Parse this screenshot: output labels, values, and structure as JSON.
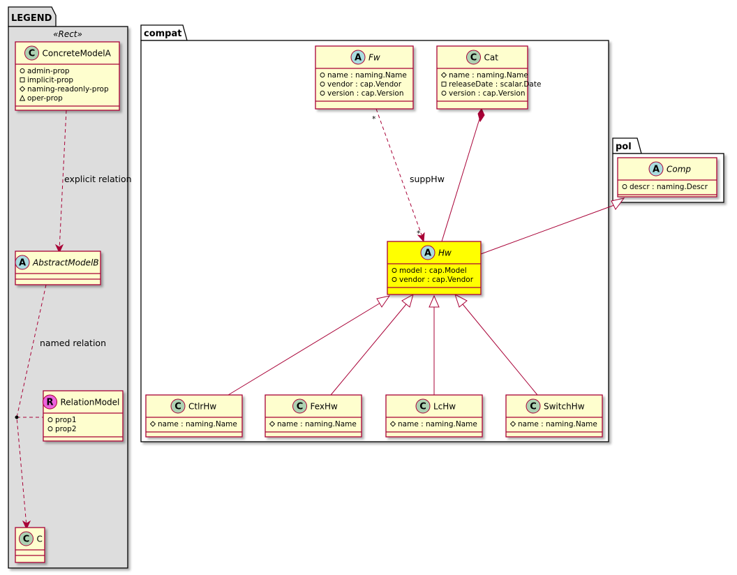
{
  "packages": {
    "legend": {
      "title": "LEGEND",
      "stereotype": "«Rect»"
    },
    "compat": {
      "title": "compat"
    },
    "pol": {
      "title": "pol"
    }
  },
  "classes": {
    "concrete_model_a": {
      "kind": "C",
      "name": "ConcreteModelA",
      "attrs": [
        {
          "vis": "+",
          "text": "admin-prop"
        },
        {
          "vis": "-",
          "text": "implicit-prop"
        },
        {
          "vis": "#",
          "text": "naming-readonly-prop"
        },
        {
          "vis": "~",
          "text": "oper-prop"
        }
      ]
    },
    "abstract_model_b": {
      "kind": "A",
      "name": "AbstractModelB",
      "attrs": []
    },
    "relation_model": {
      "kind": "R",
      "name": "RelationModel",
      "attrs": [
        {
          "vis": "+",
          "text": "prop1"
        },
        {
          "vis": "+",
          "text": "prop2"
        }
      ]
    },
    "c": {
      "kind": "C",
      "name": "C",
      "attrs": []
    },
    "fw": {
      "kind": "A",
      "name": "Fw",
      "attrs": [
        {
          "vis": "+",
          "text": "name : naming.Name"
        },
        {
          "vis": "+",
          "text": "vendor : cap.Vendor"
        },
        {
          "vis": "+",
          "text": "version : cap.Version"
        }
      ]
    },
    "cat": {
      "kind": "C",
      "name": "Cat",
      "attrs": [
        {
          "vis": "#",
          "text": "name : naming.Name"
        },
        {
          "vis": "-",
          "text": "releaseDate : scalar.Date"
        },
        {
          "vis": "+",
          "text": "version : cap.Version"
        }
      ]
    },
    "hw": {
      "kind": "A",
      "name": "Hw",
      "attrs": [
        {
          "vis": "+",
          "text": "model : cap.Model"
        },
        {
          "vis": "+",
          "text": "vendor : cap.Vendor"
        }
      ]
    },
    "comp": {
      "kind": "A",
      "name": "Comp",
      "attrs": [
        {
          "vis": "+",
          "text": "descr : naming.Descr"
        }
      ]
    },
    "ctlr_hw": {
      "kind": "C",
      "name": "CtlrHw",
      "attrs": [
        {
          "vis": "#",
          "text": "name : naming.Name"
        }
      ]
    },
    "fex_hw": {
      "kind": "C",
      "name": "FexHw",
      "attrs": [
        {
          "vis": "#",
          "text": "name : naming.Name"
        }
      ]
    },
    "lc_hw": {
      "kind": "C",
      "name": "LcHw",
      "attrs": [
        {
          "vis": "#",
          "text": "name : naming.Name"
        }
      ]
    },
    "switch_hw": {
      "kind": "C",
      "name": "SwitchHw",
      "attrs": [
        {
          "vis": "#",
          "text": "name : naming.Name"
        }
      ]
    }
  },
  "edges": {
    "explicit_relation": "explicit relation",
    "named_relation": "named relation",
    "supp_hw": "suppHw",
    "mult_from": "*",
    "mult_to": "*"
  },
  "colors": {
    "class_fill": "#FEFECE",
    "highlight_fill": "#FFFF00",
    "border": "#A80036",
    "legend_fill": "#DDDDDD",
    "badge_class": "#ADD1B2",
    "badge_abstract": "#A9DCDF",
    "badge_relation": "#EB62DC"
  }
}
